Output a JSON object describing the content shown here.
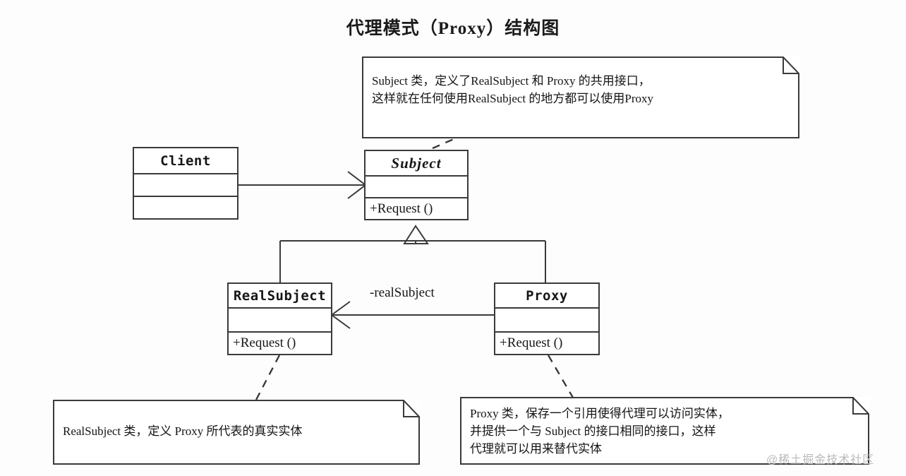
{
  "title": "代理模式（Proxy）结构图",
  "classes": [
    {
      "key": "client",
      "name": "Client",
      "abstract": false,
      "attributes": "",
      "operations": ""
    },
    {
      "key": "subject",
      "name": "Subject",
      "abstract": true,
      "attributes": "",
      "operations": "+Request ()"
    },
    {
      "key": "realsubject",
      "name": "RealSubject",
      "abstract": false,
      "attributes": "",
      "operations": "+Request ()"
    },
    {
      "key": "proxy",
      "name": "Proxy",
      "abstract": false,
      "attributes": "",
      "operations": "+Request ()"
    }
  ],
  "notes": [
    {
      "key": "subject_note",
      "text": "Subject 类，定义了RealSubject 和 Proxy 的共用接口，\n这样就在任何使用RealSubject 的地方都可以使用Proxy"
    },
    {
      "key": "realsubject_note",
      "text": "RealSubject 类，定义 Proxy 所代表的真实实体"
    },
    {
      "key": "proxy_note",
      "text": "Proxy 类，保存一个引用使得代理可以访问实体，\n并提供一个与 Subject 的接口相同的接口，这样\n代理就可以用来替代实体"
    }
  ],
  "edges": {
    "association_label": "-realSubject"
  },
  "watermark": "@稀土掘金技术社区",
  "colors": {
    "stroke": "#3a3a3a",
    "text": "#161616",
    "background": "#fdfdfd",
    "watermark": "#b9b9b9"
  }
}
